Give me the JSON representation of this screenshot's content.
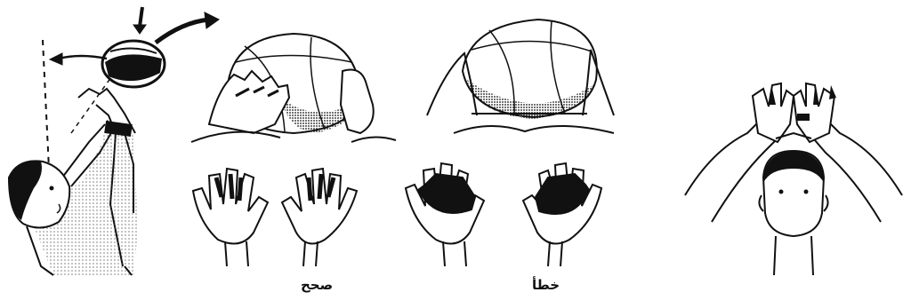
{
  "captions": {
    "correct": "صحح",
    "wrong": "خطأ"
  },
  "colors": {
    "ink": "#111111",
    "paper": "#ffffff"
  },
  "icons": [
    "player-setting-illustration",
    "ball-trajectory-arrows",
    "correct-hand-position",
    "wrong-hand-position",
    "front-view-setting-pose"
  ]
}
